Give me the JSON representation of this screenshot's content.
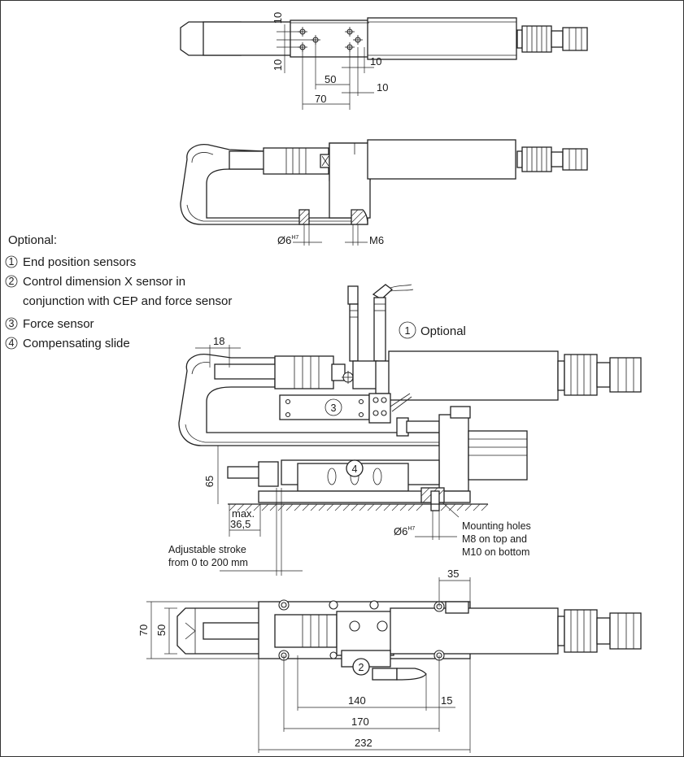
{
  "view1": {
    "dims": {
      "d10_top": "10",
      "d10_left": "10",
      "d10_right_a": "10",
      "d50": "50",
      "d10_right_b": "10",
      "d70": "70"
    }
  },
  "view2": {
    "dims": {
      "bore": "Ø6",
      "bore_tol": "H7",
      "thread": "M6"
    }
  },
  "legend": {
    "title": "Optional:",
    "items": [
      {
        "num": "1",
        "text": "End position sensors"
      },
      {
        "num": "2",
        "text": "Control dimension X sensor in"
      },
      {
        "num": "",
        "text": "conjunction with CEP and force sensor"
      },
      {
        "num": "3",
        "text": "Force sensor"
      },
      {
        "num": "4",
        "text": "Compensating slide"
      }
    ]
  },
  "view3": {
    "callout_optional": {
      "num": "1",
      "text": "Optional"
    },
    "label3": "3",
    "label4": "4",
    "dims": {
      "d18": "18",
      "d65": "65",
      "max": "max.",
      "d365": "36,5",
      "bore": "Ø6",
      "bore_tol": "H7"
    },
    "mounting": [
      "Mounting holes",
      "M8 on top and",
      "M10 on bottom"
    ],
    "stroke": [
      "Adjustable stroke",
      "from 0 to 200 mm"
    ]
  },
  "view4": {
    "label2": "2",
    "dims": {
      "d35": "35",
      "d70": "70",
      "d50": "50",
      "d140": "140",
      "d15": "15",
      "d170": "170",
      "d232": "232"
    }
  }
}
